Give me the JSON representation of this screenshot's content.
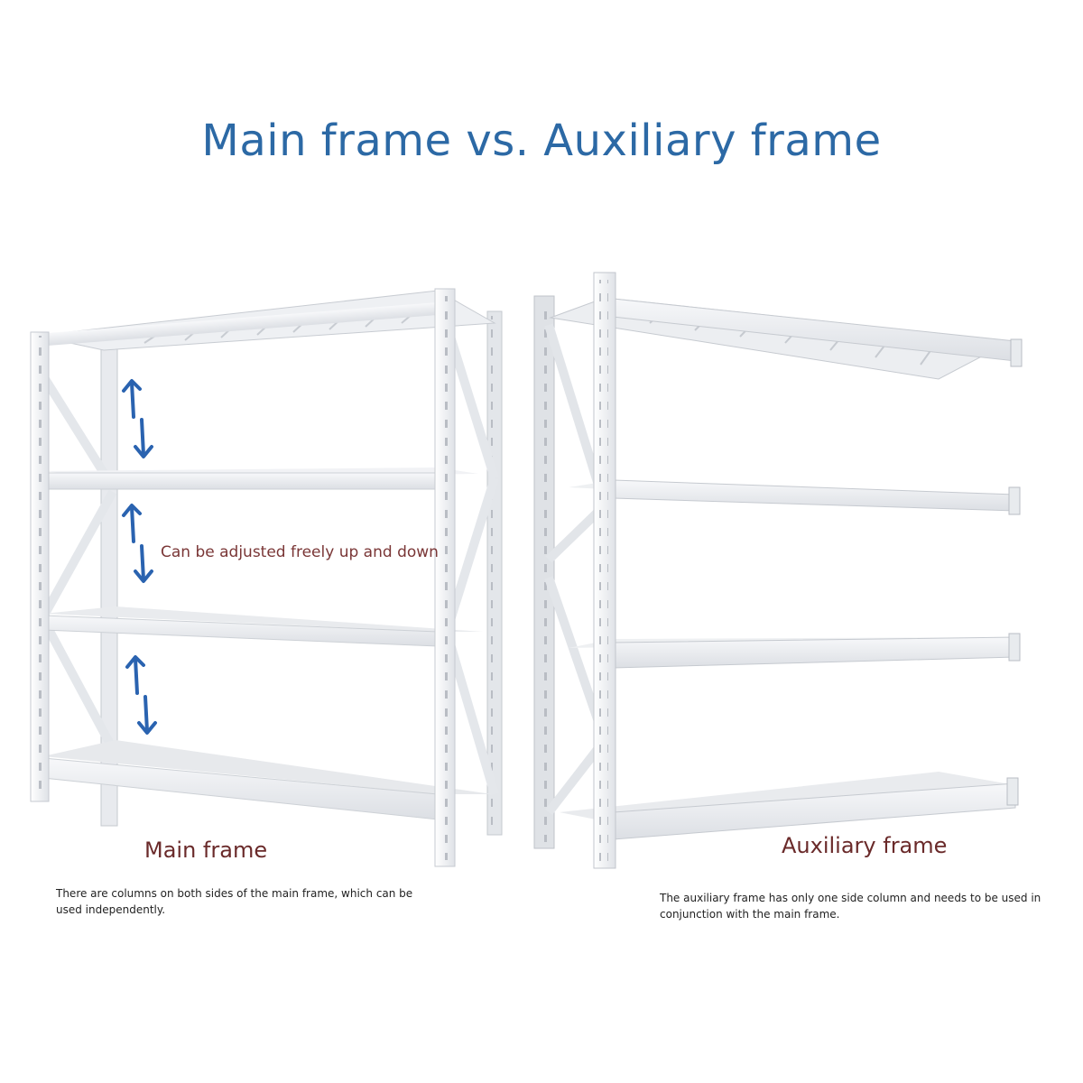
{
  "title": "Main frame vs. Auxiliary frame",
  "labels": {
    "adjust": "Can be adjusted freely up and down",
    "main_frame": "Main frame",
    "auxiliary_frame": "Auxiliary frame"
  },
  "descriptions": {
    "main_frame": "There are columns on both sides of the main frame, which can be used independently.",
    "auxiliary_frame": "The auxiliary frame has only one side column and needs to be used in conjunction with the main frame."
  },
  "colors": {
    "title": "#2c69a5",
    "label": "#6a2a2a",
    "arrow": "#2a63b0",
    "frame": "#f4f5f7",
    "frame_shadow": "#c9ccd2"
  },
  "icons": [
    "up-arrow-icon",
    "down-arrow-icon"
  ]
}
